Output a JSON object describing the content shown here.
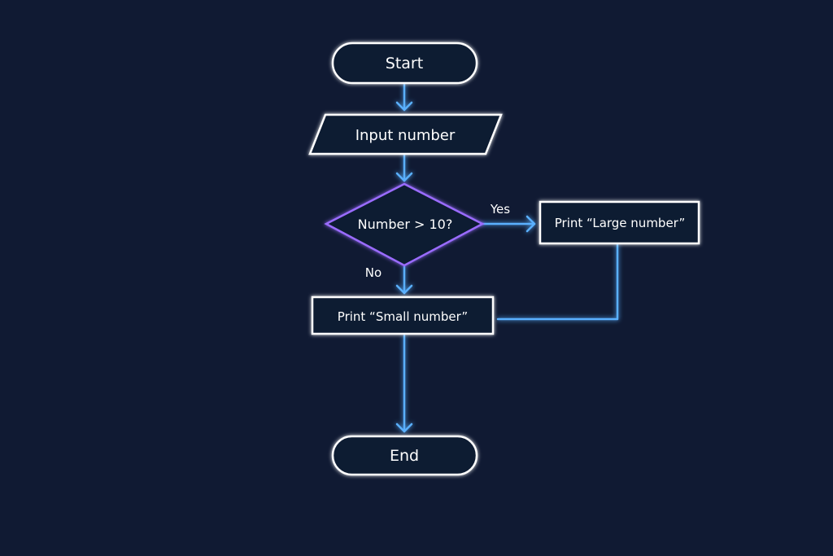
{
  "diagram": {
    "type": "flowchart",
    "colors": {
      "background": "#101a33",
      "node_stroke": "#ffffff",
      "decision_stroke": "#9a6cff",
      "connector": "#5ab0ff"
    },
    "nodes": {
      "start": {
        "label": "Start",
        "shape": "terminal"
      },
      "input": {
        "label": "Input number",
        "shape": "parallelogram"
      },
      "decision": {
        "label": "Number > 10?",
        "shape": "diamond"
      },
      "large": {
        "label": "Print “Large number”",
        "shape": "rectangle"
      },
      "small": {
        "label": "Print “Small number”",
        "shape": "rectangle"
      },
      "end": {
        "label": "End",
        "shape": "terminal"
      }
    },
    "edges": {
      "yes_label": "Yes",
      "no_label": "No"
    }
  }
}
